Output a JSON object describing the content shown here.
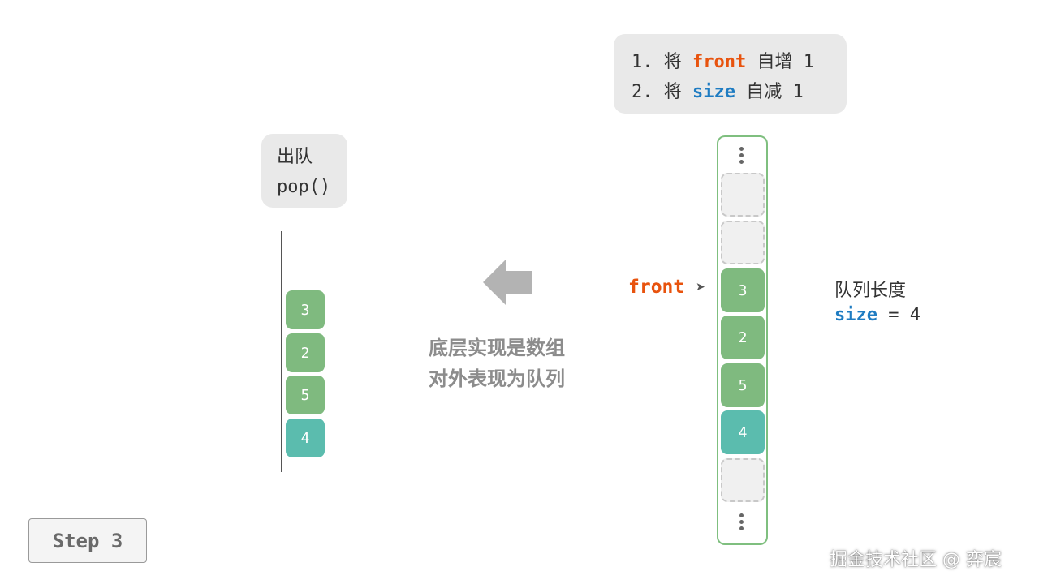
{
  "note": {
    "line1_prefix": "1. 将 ",
    "line1_keyword": "front",
    "line1_suffix": " 自增 1",
    "line2_prefix": "2. 将 ",
    "line2_keyword": "size",
    "line2_suffix": " 自减 1"
  },
  "operation": {
    "title": "出队",
    "method": "pop()"
  },
  "left_queue": [
    {
      "value": "3",
      "color": "#7fba7f"
    },
    {
      "value": "2",
      "color": "#7fba7f"
    },
    {
      "value": "5",
      "color": "#7fba7f"
    },
    {
      "value": "4",
      "color": "#5bbcae"
    }
  ],
  "caption": {
    "line1": "底层实现是数组",
    "line2": "对外表现为队列"
  },
  "array": {
    "cells": [
      {
        "value": "",
        "state": "empty"
      },
      {
        "value": "",
        "state": "empty"
      },
      {
        "value": "3",
        "state": "filled",
        "color": "#7fba7f"
      },
      {
        "value": "2",
        "state": "filled",
        "color": "#7fba7f"
      },
      {
        "value": "5",
        "state": "filled",
        "color": "#7fba7f"
      },
      {
        "value": "4",
        "state": "filled",
        "color": "#5bbcae"
      },
      {
        "value": "",
        "state": "empty"
      }
    ],
    "front_label": "front",
    "pointer_glyph": "➤"
  },
  "size_info": {
    "title": "队列长度",
    "keyword": "size",
    "expr": " = 4"
  },
  "step_label": "Step 3",
  "watermark": "掘金技术社区 @ 弈宸",
  "colors": {
    "front": "#e8530e",
    "size": "#1f7cc2",
    "green": "#7fba7f",
    "teal": "#5bbcae",
    "frame": "#7fbf7f"
  }
}
